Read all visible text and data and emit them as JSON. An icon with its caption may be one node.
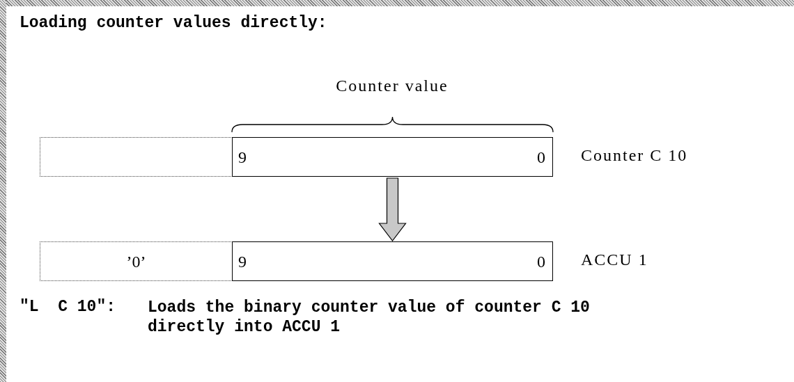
{
  "diagram": {
    "title": "Loading counter values directly:",
    "nodes": [
      {
        "text": [],
        "shape": "box"
      },
      {
        "text": [
          "9",
          "0"
        ],
        "beside": [
          "Counter C 10"
        ]
      },
      {
        "text": [
          "’0’"
        ]
      },
      {
        "text": [
          "9",
          "0"
        ],
        "beside": [
          "ACCU 1"
        ]
      }
    ],
    "edges": [
      {
        "from": 1,
        "to": 3,
        "arrow": "to",
        "style": "thick"
      }
    ],
    "labels": [
      "Counter value",
      "\"L  C 10\":",
      "Loads the binary counter value of counter C 10 directly into ACCU 1"
    ]
  }
}
